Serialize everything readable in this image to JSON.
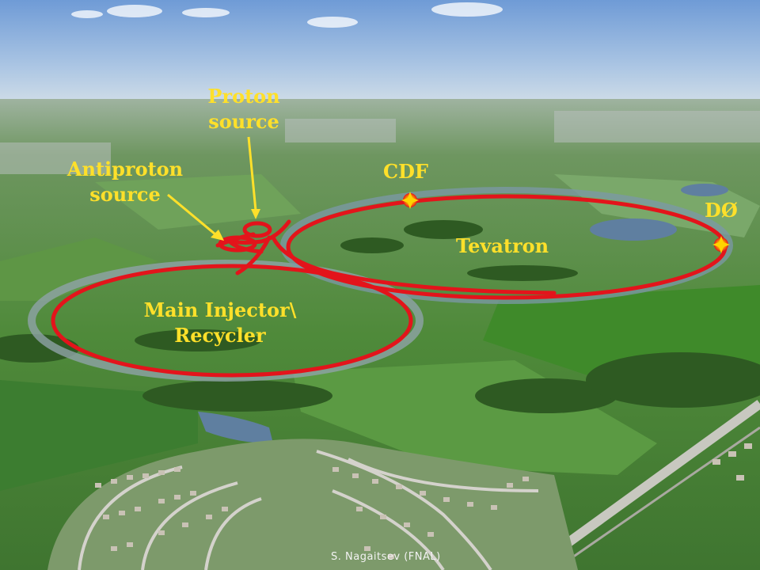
{
  "labels": {
    "proton_source_line1": "Proton",
    "proton_source_line2": "source",
    "antiproton_source_line1": "Antiproton",
    "antiproton_source_line2": "source",
    "cdf": "CDF",
    "d0": "DØ",
    "tevatron": "Tevatron",
    "main_injector_line1": "Main Injector\\",
    "main_injector_line2": "Recycler"
  },
  "credit": "S. Nagaitsev (FNAL)",
  "colors": {
    "ring": "#e3141b",
    "pointer_text": "#ffe02a",
    "ring_text": "#ffffff",
    "sky": "#7fa6d6",
    "fields": "#4f8a3a"
  }
}
